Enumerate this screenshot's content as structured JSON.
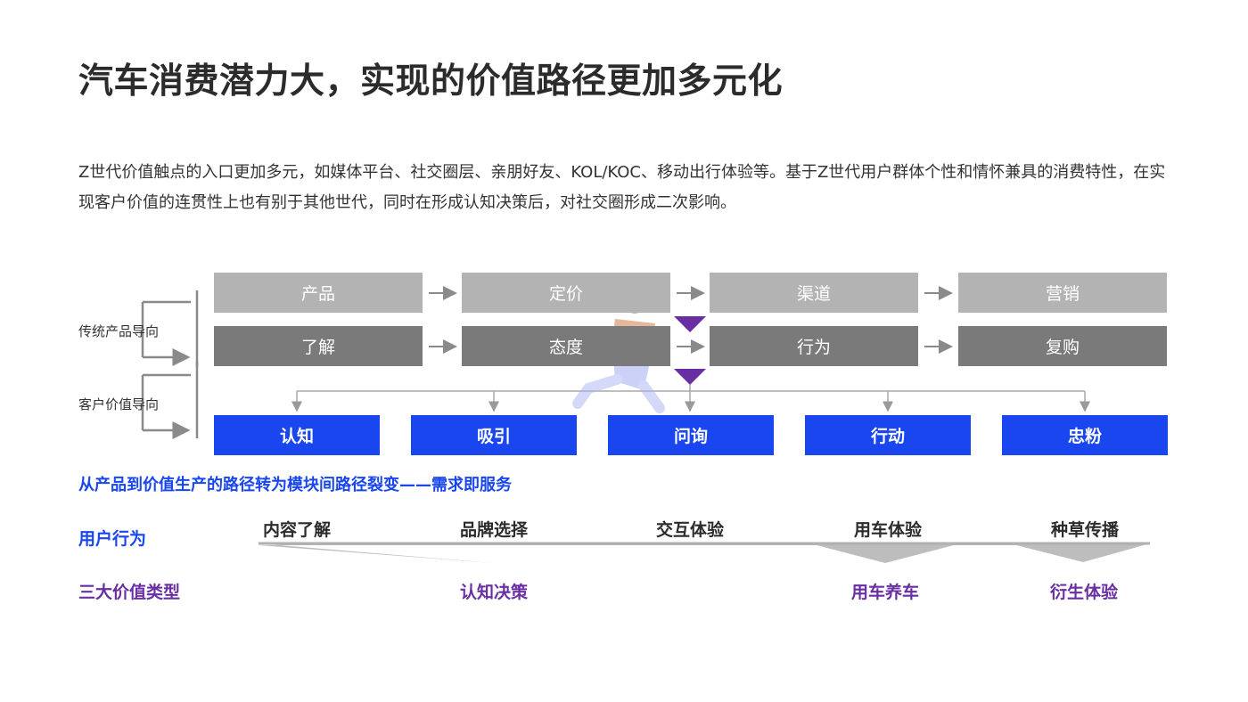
{
  "title": "汽车消费潜力大，实现的价值路径更加多元化",
  "intro": "Z世代价值触点的入口更加多元，如媒体平台、社交圈层、亲朋好友、KOL/KOC、移动出行体验等。基于Z世代用户群体个性和情怀兼具的消费特性，在实现客户价值的连贯性上也有别于其他世代，同时在形成认知决策后，对社交圈形成二次影响。",
  "diagram": {
    "side_labels": [
      "传统产品导向",
      "客户价值导向"
    ],
    "row1": [
      "产品",
      "定价",
      "渠道",
      "营销"
    ],
    "row2": [
      "了解",
      "态度",
      "行为",
      "复购"
    ],
    "row3": [
      "认知",
      "吸引",
      "问询",
      "行动",
      "忠粉"
    ],
    "colors": {
      "light": "#b3b3b3",
      "dark": "#7a7a7a",
      "blue": "#1946ef",
      "purple": "#6a2ea3"
    }
  },
  "summary": "从产品到价值生产的路径转为模块间路径裂变——需求即服务",
  "behavior": {
    "label": "用户行为",
    "items": [
      "内容了解",
      "品牌选择",
      "交互体验",
      "用车体验",
      "种草传播"
    ]
  },
  "value_types": {
    "label": "三大价值类型",
    "items": [
      "认知决策",
      "用车养车",
      "衍生体验"
    ]
  }
}
